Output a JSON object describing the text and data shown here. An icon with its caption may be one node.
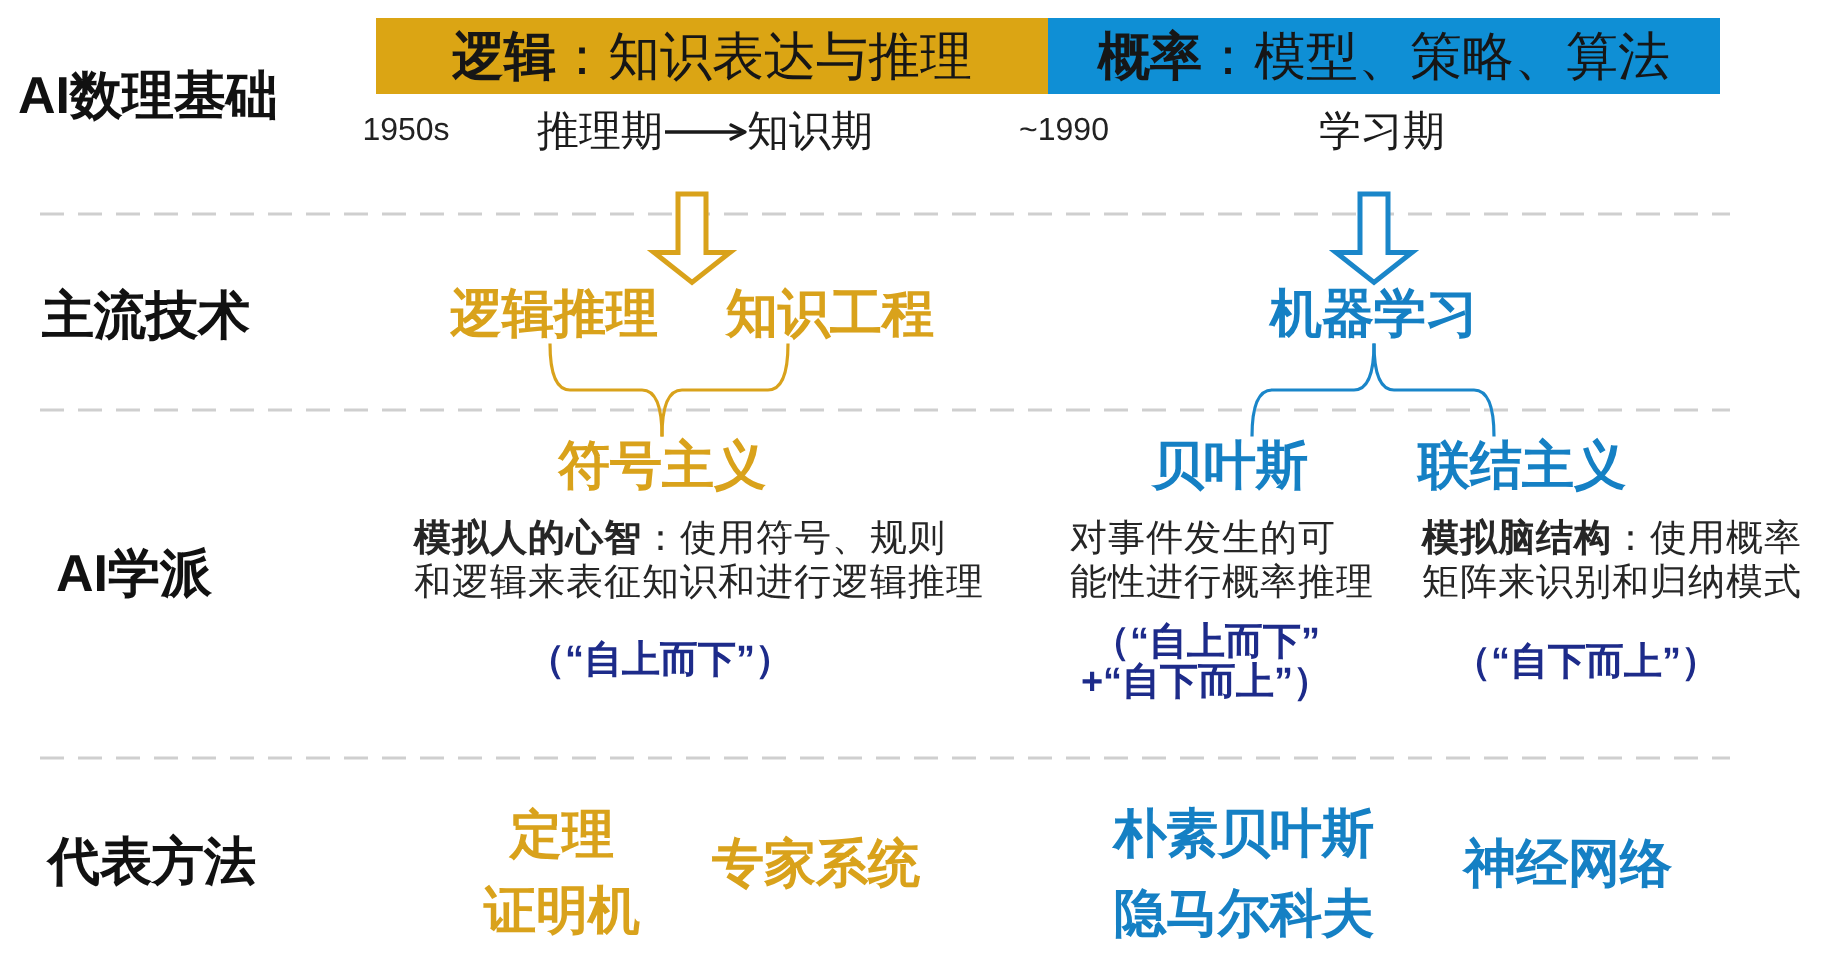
{
  "diagram": {
    "nodes": [
      {
        "text": [
          "**逻辑**：知识表达与推理"
        ]
      },
      {
        "text": [
          "**概率**：模型、策略、算法"
        ]
      },
      {
        "text": [
          "推理期"
        ]
      },
      {
        "text": [
          "知识期"
        ]
      },
      {
        "text": [
          "逻辑推理"
        ]
      },
      {
        "text": [
          "知识工程"
        ]
      },
      {
        "text": [
          "机器学习"
        ]
      },
      {
        "text": [
          "符号主义"
        ],
        "beside": [
          "**模拟人的心智**：使用符号、规则和逻辑来表征知识和进行逻辑推理",
          "（“自上而下”）"
        ]
      },
      {
        "text": [
          "贝叶斯"
        ],
        "beside": [
          "对事件发生的可能性进行概率推理",
          "（“自上而下” +“自下而上”）"
        ]
      },
      {
        "text": [
          "联结主义"
        ],
        "beside": [
          "**模拟脑结构**：使用概率矩阵来识别和归纳模式",
          "（“自下而上”）"
        ]
      }
    ],
    "edges": [
      {
        "from": 2,
        "to": 3,
        "arrow": "to",
        "color": "#1a1a1a"
      },
      {
        "from": null,
        "to": 4,
        "arrow": "to",
        "style": "thick"
      },
      {
        "from": null,
        "to": 5,
        "arrow": "to",
        "style": "thick"
      },
      {
        "from": null,
        "to": 6,
        "arrow": "to",
        "style": "thick",
        "color": "#1a86c9"
      },
      {
        "from": 4,
        "to": 7,
        "arrow": "none"
      },
      {
        "from": 5,
        "to": 7,
        "arrow": "none"
      },
      {
        "from": 6,
        "to": 8,
        "arrow": "none",
        "color": "#1a86c9"
      },
      {
        "from": 6,
        "to": 9,
        "arrow": "none",
        "color": "#1a86c9"
      }
    ],
    "labels": [
      "AI数理基础",
      "1950s",
      "~1990",
      "学习期",
      "主流技术",
      "AI学派",
      "代表方法",
      "定理证明机",
      "专家系统",
      "朴素贝叶斯",
      "隐马尔科夫",
      "神经网络"
    ]
  }
}
